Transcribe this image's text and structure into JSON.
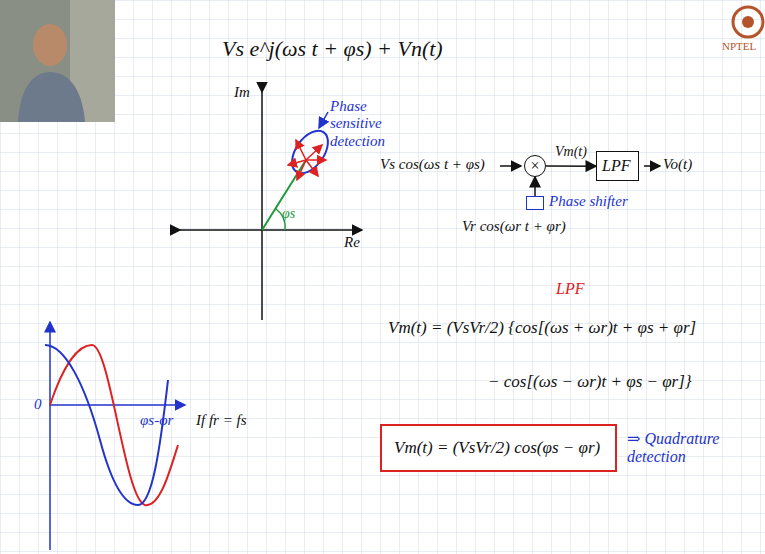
{
  "diagram": {
    "nodes": [
      {
        "text": [
          "×"
        ]
      },
      {
        "text": [
          "LPF"
        ]
      },
      {
        "text": [
          "Phase shifter"
        ]
      },
      {
        "text": [
          "Vm(t) = (VsVr/2) cos(φs − φr)"
        ]
      }
    ],
    "edges": [
      {
        "from": 0,
        "to": 1,
        "arrow": "to",
        "label": "Vm(t)"
      },
      {
        "from": 2,
        "to": 0,
        "arrow": "to"
      }
    ],
    "labels": [
      "NPTEL",
      "Vs e^j(ωs t + φs) + Vn(t)",
      "Im",
      "Re",
      "φs",
      "Phase sensitive detection",
      "Vs cos(ωs t + φs)",
      "Vo(t)",
      "Vr cos(ωr t + φr)",
      "LPF",
      "Vm(t) = (VsVr/2) {cos[(ωs + ωr)t + φs + φr]",
      "− cos[(ωs − ωr)t + φs − φr]}",
      "⇒ Quadrature detection",
      "0",
      "φs-φr",
      "If fr = fs"
    ]
  }
}
